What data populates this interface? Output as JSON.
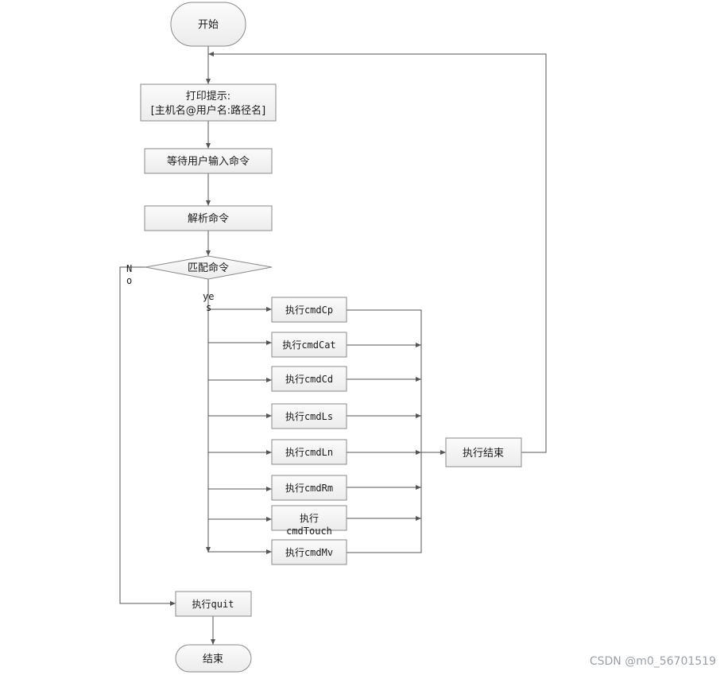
{
  "nodes": {
    "start": {
      "label": "开始"
    },
    "print": {
      "line1": "打印提示:",
      "line2": "[主机名@用户名:路径名]"
    },
    "wait": {
      "label": "等待用户输入命令"
    },
    "parse": {
      "label": "解析命令"
    },
    "match": {
      "label": "匹配命令"
    },
    "exec_end": {
      "label": "执行结束"
    },
    "quit": {
      "label": "执行quit"
    },
    "end": {
      "label": "结束"
    }
  },
  "commands": [
    {
      "label": "执行cmdCp"
    },
    {
      "label": "执行cmdCat"
    },
    {
      "label": "执行cmdCd"
    },
    {
      "label": "执行cmdLs"
    },
    {
      "label": "执行cmdLn"
    },
    {
      "label": "执行cmdRm"
    },
    {
      "label": "执行",
      "label2": "cmdTouch"
    },
    {
      "label": "执行cmdMv"
    }
  ],
  "branches": {
    "no_1": "N",
    "no_2": "o",
    "yes_1": "ye",
    "yes_2": "s"
  },
  "watermark": "CSDN @m0_56701519",
  "colors": {
    "box_fill": "#f2f2f2",
    "box_stroke": "#8a8a8a",
    "edge": "#555555"
  }
}
